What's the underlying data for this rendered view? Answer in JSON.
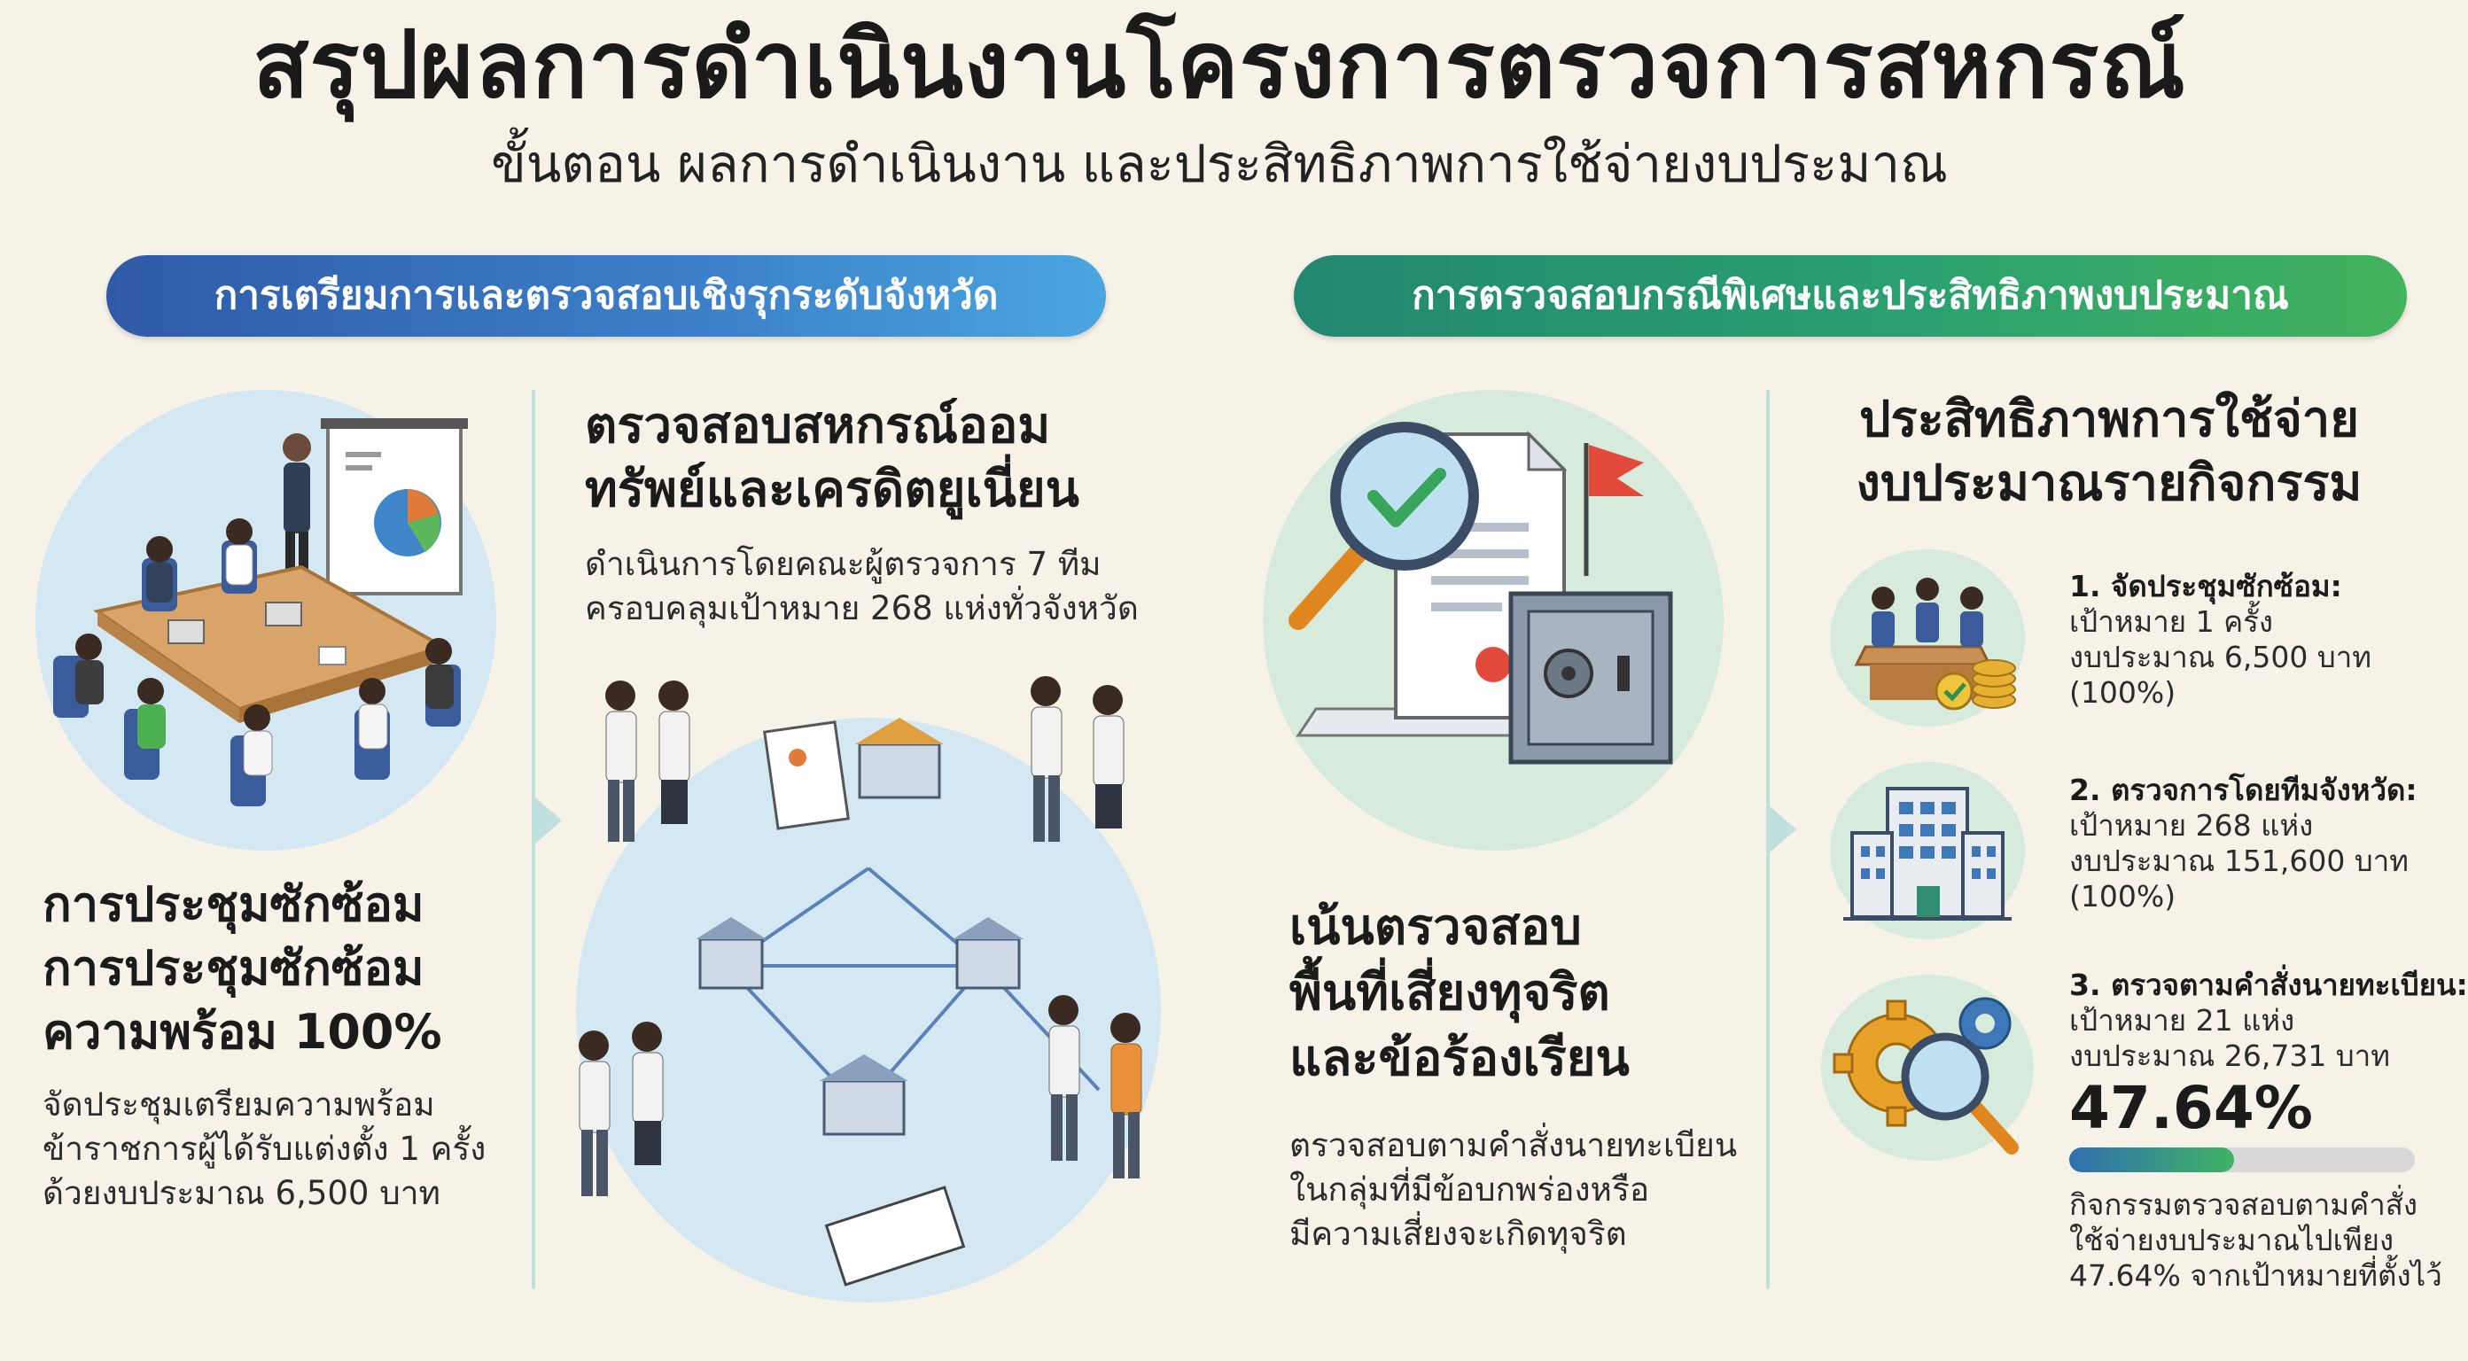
{
  "header": {
    "title": "สรุปผลการดำเนินงานโครงการตรวจการสหกรณ์",
    "subtitle": "ขั้นตอน ผลการดำเนินงาน และประสิทธิภาพการใช้จ่ายงบประมาณ"
  },
  "banners": {
    "left": "การเตรียมการและตรวจสอบเชิงรุกระดับจังหวัด",
    "right": "การตรวจสอบกรณีพิเศษและประสิทธิภาพงบประมาณ"
  },
  "col1": {
    "heading_lines": [
      "การประชุมซักซ้อม",
      "การประชุมซักซ้อม",
      "ความพร้อม 100%"
    ],
    "body_lines": [
      "จัดประชุมเตรียมความพร้อม",
      "ข้าราชการผู้ได้รับแต่งตั้ง 1 ครั้ง",
      "ด้วยงบประมาณ 6,500 บาท"
    ]
  },
  "col2": {
    "heading_lines": [
      "ตรวจสอบสหกรณ์ออม",
      "ทรัพย์และเครดิตยูเนี่ยน"
    ],
    "body_lines": [
      "ดำเนินการโดยคณะผู้ตรวจการ 7 ทีม",
      "ครอบคลุมเป้าหมาย 268 แห่งทั่วจังหวัด"
    ]
  },
  "col3": {
    "heading_lines": [
      "เน้นตรวจสอบ",
      "พื้นที่เสี่ยงทุจริต",
      "และข้อร้องเรียน"
    ],
    "body_lines": [
      "ตรวจสอบตามคำสั่งนายทะเบียน",
      "ในกลุ่มที่มีข้อบกพร่องหรือ",
      "มีความเสี่ยงจะเกิดทุจริต"
    ]
  },
  "col4": {
    "heading_lines": [
      "ประสิทธิภาพการใช้จ่าย",
      "งบประมาณรายกิจกรรม"
    ],
    "activities": [
      {
        "title": "1. จัดประชุมซักซ้อม:",
        "lines": [
          "เป้าหมาย 1 ครั้ง",
          "งบประมาณ 6,500 บาท",
          "(100%)"
        ]
      },
      {
        "title": "2. ตรวจการโดยทีมจังหวัด:",
        "lines": [
          "เป้าหมาย 268 แห่ง",
          "งบประมาณ 151,600 บาท",
          "(100%)"
        ]
      },
      {
        "title": "3. ตรวจตามคำสั่งนายทะเบียน:",
        "lines": [
          "เป้าหมาย 21 แห่ง",
          "งบประมาณ 26,731 บาท"
        ]
      }
    ],
    "percent_label": "47.64%",
    "progress_fraction": 0.4764,
    "note_lines": [
      "กิจกรรมตรวจสอบตามคำสั่ง",
      "ใช้จ่ายงบประมาณไปเพียง",
      "47.64% จากเป้าหมายที่ตั้งไว้"
    ]
  },
  "icons": {
    "meeting": "meeting-room-icon",
    "network": "cooperative-network-icon",
    "audit": "audit-magnifier-safe-icon",
    "act1": "meeting-coins-icon",
    "act2": "office-building-icon",
    "act3": "gear-magnifier-icon"
  },
  "colors": {
    "banner_left": "#3c80c9",
    "banner_right": "#2aa070",
    "progress_start": "#2f6fb0",
    "progress_end": "#3fb463",
    "divider": "#bfe0dd"
  }
}
